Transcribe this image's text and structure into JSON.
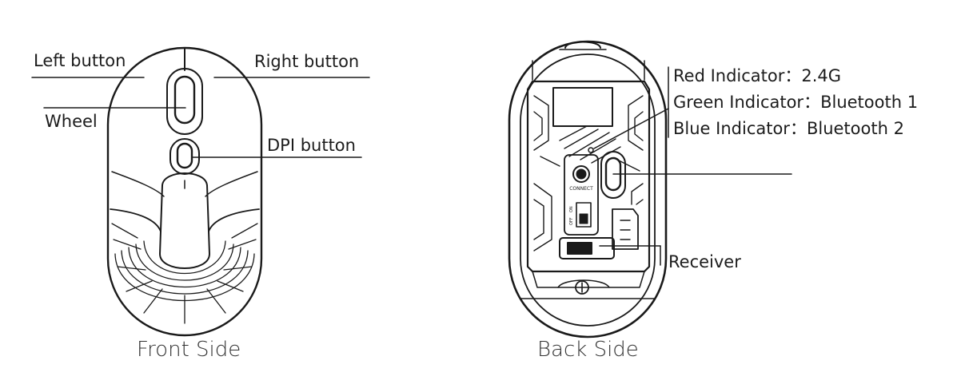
{
  "front": {
    "caption": "Front Side",
    "labels": {
      "left_button": "Left button",
      "right_button": "Right button",
      "wheel": "Wheel",
      "dpi_button": "DPI button"
    }
  },
  "back": {
    "caption": "Back Side",
    "indicators": [
      {
        "name": "Red Indicator：",
        "value": "2.4G"
      },
      {
        "name": "Green Indicator：",
        "value": "Bluetooth 1"
      },
      {
        "name": "Blue Indicator：",
        "value": "Bluetooth 2"
      }
    ],
    "receiver": "Receiver",
    "connect_text": "CONNECT",
    "switch_on": "ON",
    "switch_off": "OFF"
  }
}
